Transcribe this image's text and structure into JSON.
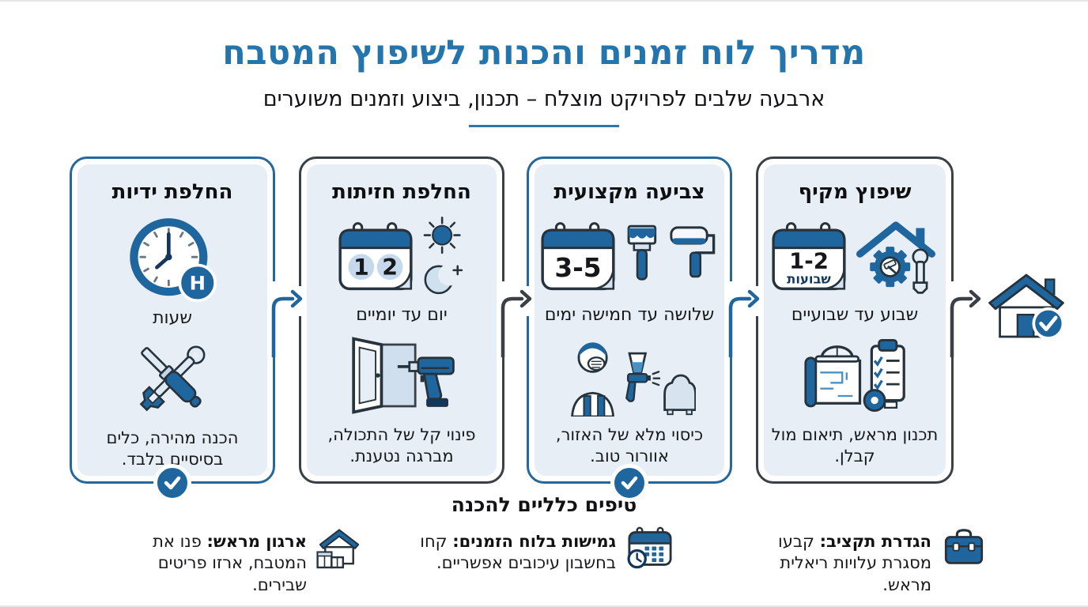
{
  "header": {
    "title": "מדריך לוח זמנים והכנות לשיפוץ המטבח",
    "subtitle": "ארבעה שלבים לפרויקט מוצלח – תכנון, ביצוע וזמנים משוערים"
  },
  "colors": {
    "title_blue": "#2575ad",
    "icon_blue": "#1f659e",
    "card_background": "#e8eef5",
    "border_dark": "#3b4046",
    "border_blue": "#26689b",
    "light_fill": "#cfe0ef"
  },
  "cards": [
    {
      "title": "שיפוץ מקיף",
      "calendar_value": "1-2",
      "calendar_unit": "שבועות",
      "duration": "שבוע עד שבועיים",
      "note": "תכנון מראש, תיאום מול קבלן.",
      "top_icons": [
        "calendar-icon",
        "house-gear-tools-icon"
      ],
      "bottom_icon": "blueprint-helmet-clipboard-icon",
      "has_check": false
    },
    {
      "title": "צביעה מקצועית",
      "calendar_value": "3-5",
      "duration": "שלושה עד חמישה ימים",
      "note": "כיסוי מלא של האזור, אוורור טוב.",
      "top_icons": [
        "calendar-icon",
        "paintbrush-roller-icon"
      ],
      "bottom_icon": "painter-spray-icon",
      "has_check": true
    },
    {
      "title": "החלפת חזיתות",
      "calendar_digit1": "1",
      "calendar_digit2": "2",
      "duration": "יום עד יומיים",
      "note": "פינוי קל של התכולה, מברגה נטענת.",
      "top_icons": [
        "calendar-icon",
        "sun-moon-icon"
      ],
      "bottom_icon": "door-drill-icon",
      "has_check": false
    },
    {
      "title": "החלפת ידיות",
      "clock_badge": "H",
      "duration": "שעות",
      "note": "הכנה מהירה, כלים בסיסיים בלבד.",
      "top_icons": [
        "clock-icon"
      ],
      "bottom_icon": "screwdriver-wrench-icon",
      "has_check": true
    }
  ],
  "tips": {
    "heading": "טיפים כלליים להכנה",
    "items": [
      {
        "bold": "הגדרת תקציב:",
        "text": " קבעו מסגרת עלויות ריאלית מראש.",
        "icon": "toolbox-icon"
      },
      {
        "bold": "גמישות בלוח הזמנים:",
        "text": " קחו בחשבון עיכובים אפשריים.",
        "icon": "calendar-clock-icon"
      },
      {
        "bold": "ארגון מראש:",
        "text": " פנו את המטבח, ארזו פריטים שבירים.",
        "icon": "house-boxes-icon"
      }
    ]
  },
  "final_icon": "house-check-icon"
}
